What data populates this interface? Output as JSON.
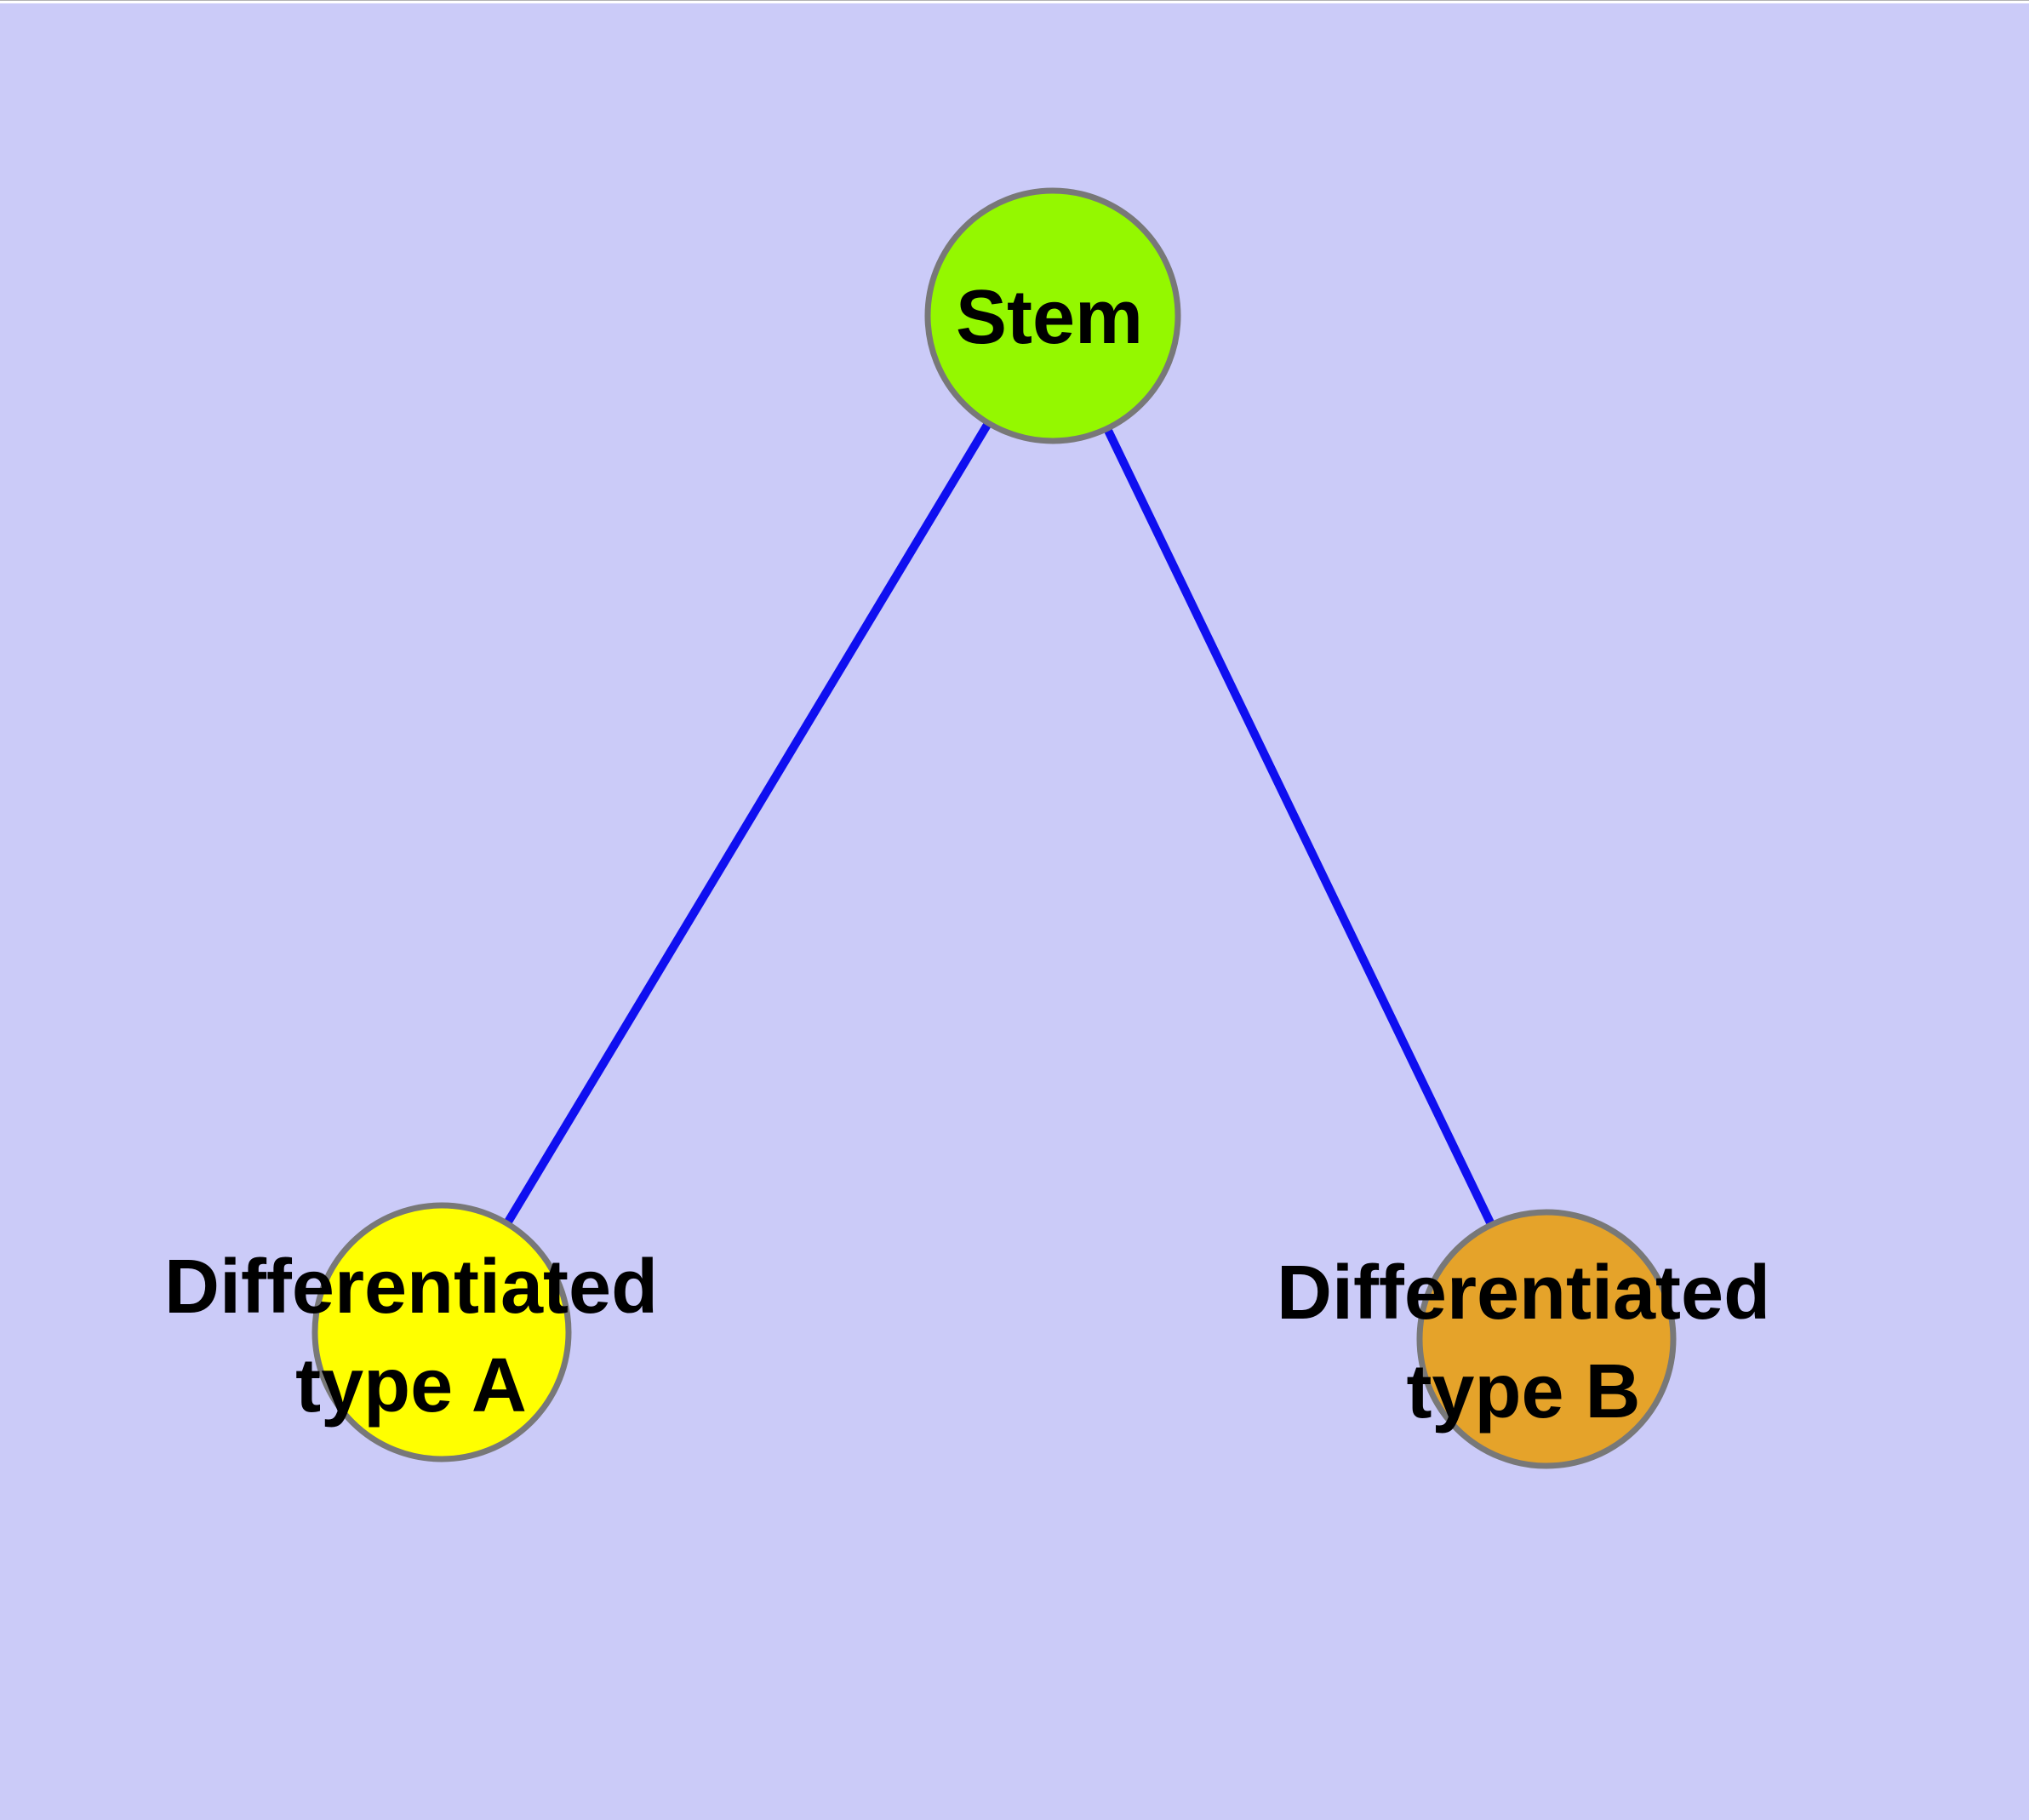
{
  "diagram": {
    "type": "node-link-graph",
    "background_color": "#CBCBF8",
    "edge_color": "#0F0FF0",
    "node_border_color": "#787878",
    "label_color": "#000000",
    "nodes": [
      {
        "id": "stem",
        "label": "Stem",
        "fill": "#94F800"
      },
      {
        "id": "type_a",
        "label": "Differentiated\ntype A",
        "fill": "#FFFF00"
      },
      {
        "id": "type_b",
        "label": "Differentiated\ntype B",
        "fill": "#E5A32A"
      }
    ],
    "edges": [
      {
        "source": "Stem",
        "target": "Differentiated type A"
      },
      {
        "source": "Stem",
        "target": "Differentiated type B"
      }
    ]
  }
}
